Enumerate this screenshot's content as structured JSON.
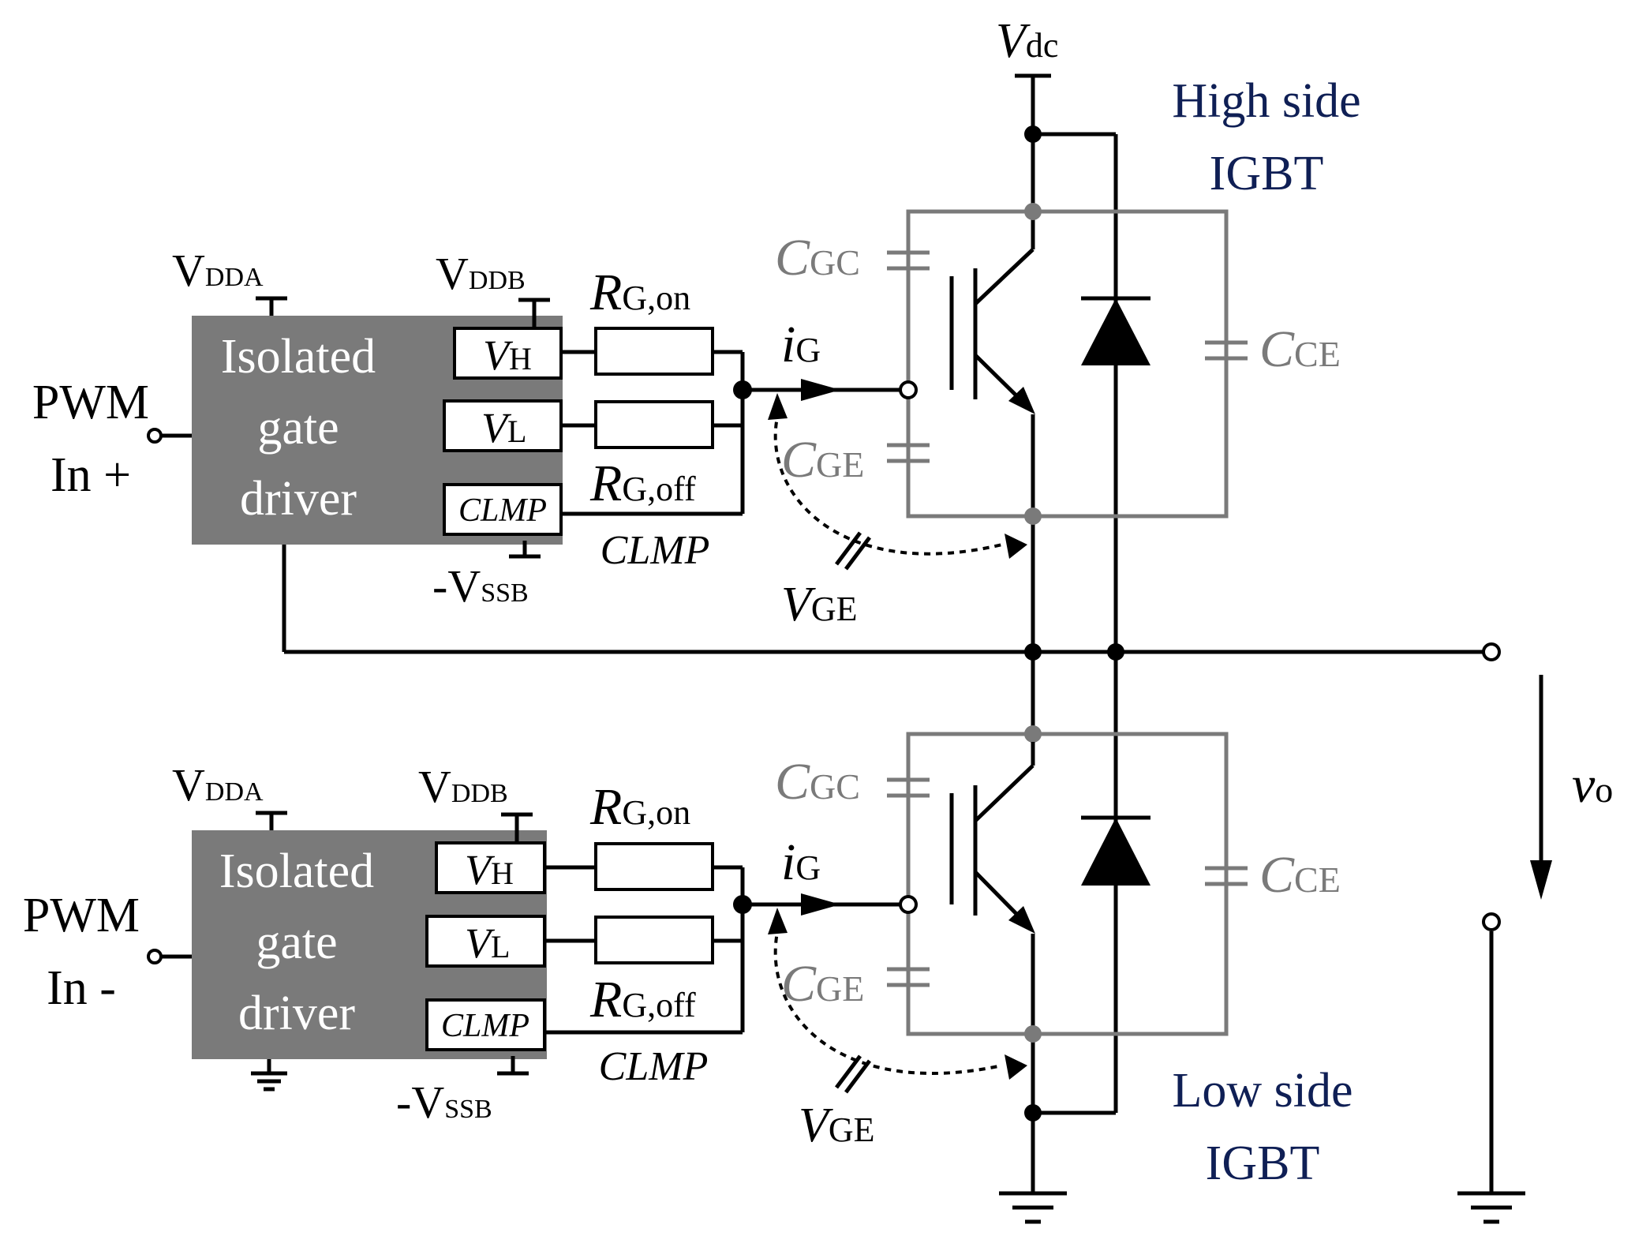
{
  "supply": {
    "vdc_main": "V",
    "vdc_sub": "dc"
  },
  "output": {
    "label": "v",
    "sub": "o"
  },
  "high_side": {
    "title_line1": "High side",
    "title_line2": "IGBT",
    "pwm_line1": "PWM",
    "pwm_line2": "In +"
  },
  "low_side": {
    "title_line1": "Low side",
    "title_line2": "IGBT",
    "pwm_line1": "PWM",
    "pwm_line2": "In -"
  },
  "driver": {
    "line1": "Isolated",
    "line2": "gate",
    "line3": "driver",
    "vdda_main": "V",
    "vdda_sub": "DDA",
    "vddb_main": "V",
    "vddb_sub": "DDB",
    "vssb_main": "-V",
    "vssb_sub": "SSB",
    "vh_main": "V",
    "vh_sub": "H",
    "vl_main": "V",
    "vl_sub": "L",
    "clmp_box": "CLMP",
    "clmp_label": "CLMP",
    "rg_on_main": "R",
    "rg_on_sub": "G,on",
    "rg_off_main": "R",
    "rg_off_sub": "G,off",
    "ig_main": "i",
    "ig_sub": "G",
    "vge_main": "V",
    "vge_sub": "GE"
  },
  "capacitors": {
    "c_main": "C",
    "cgc_sub": "GC",
    "cge_sub": "GE",
    "cce_sub": "CE"
  },
  "colors": {
    "driver_fill": "#7a7a7a",
    "parasitic": "#7a7a7a",
    "title": "#0f1f55",
    "wire": "#000000"
  }
}
